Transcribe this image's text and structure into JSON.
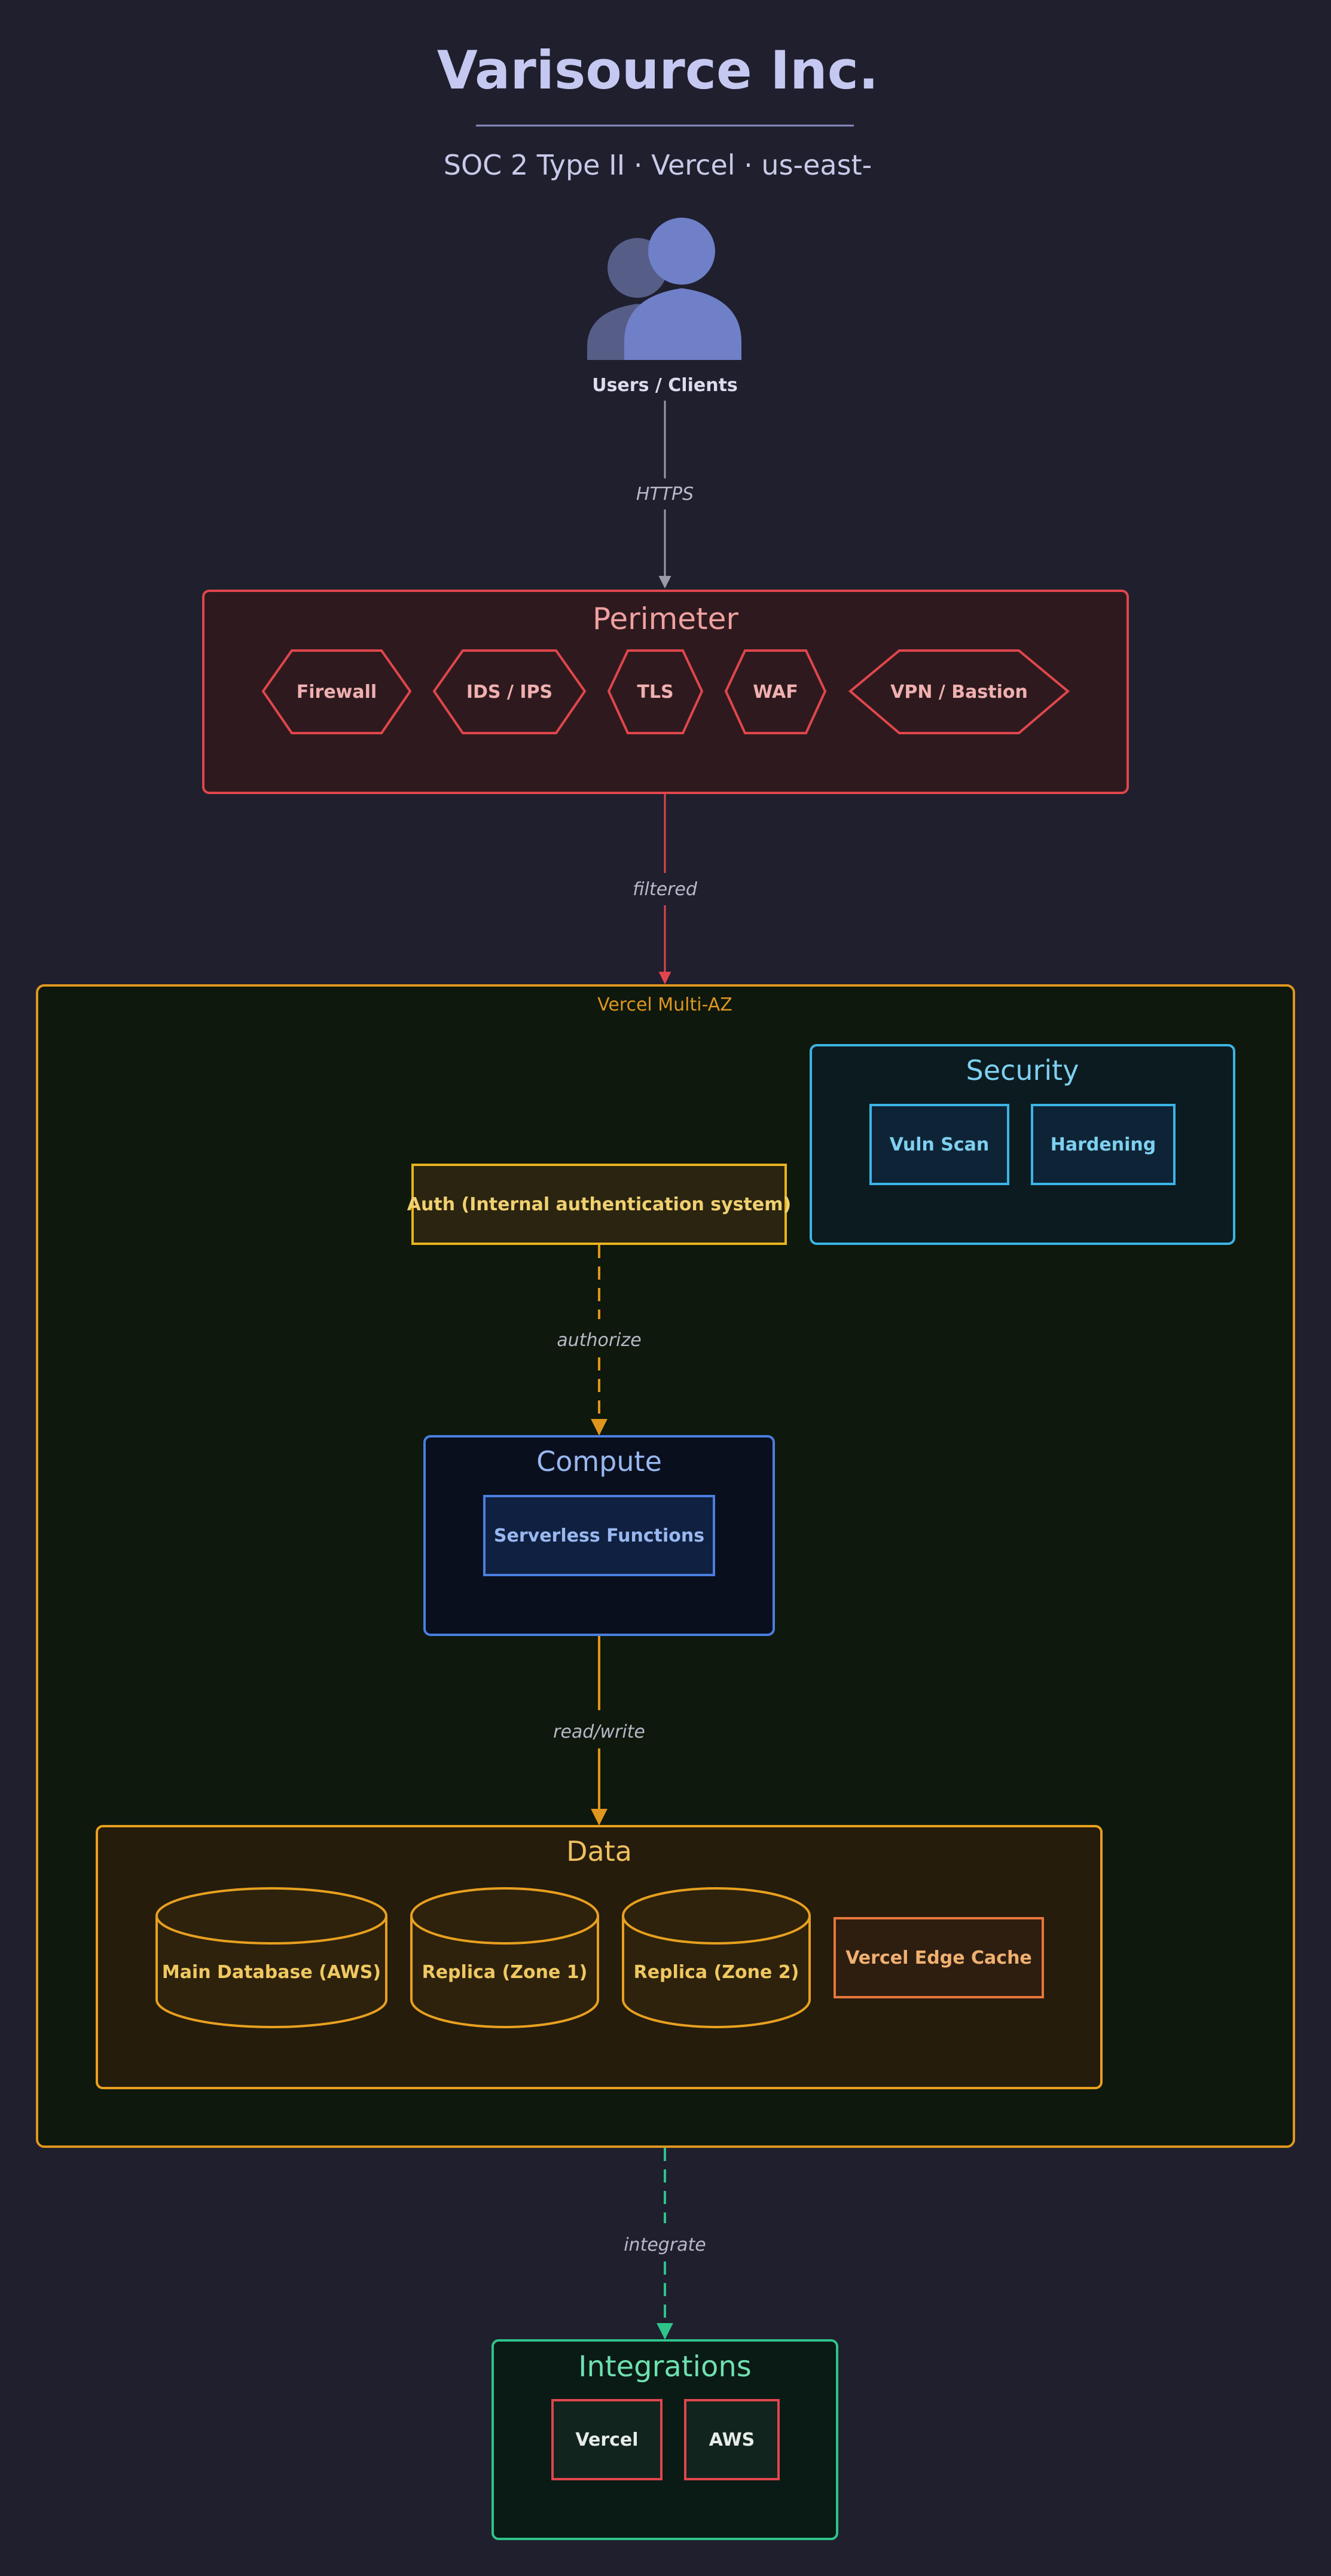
{
  "header": {
    "title": "Varisource Inc.",
    "subtitle": "SOC 2 Type II · Vercel · us-east-"
  },
  "users": {
    "label": "Users / Clients",
    "icon": "users-icon"
  },
  "edges": {
    "https": "HTTPS",
    "filtered": "filtered",
    "authorize": "authorize",
    "read_write": "read/write",
    "integrate": "integrate"
  },
  "perimeter": {
    "title": "Perimeter",
    "items": [
      "Firewall",
      "IDS / IPS",
      "TLS",
      "WAF",
      "VPN / Bastion"
    ]
  },
  "cloud": {
    "title": "Vercel Multi-AZ"
  },
  "security": {
    "title": "Security",
    "items": [
      "Vuln Scan",
      "Hardening"
    ]
  },
  "auth": {
    "label": "Auth (Internal authentication system)"
  },
  "compute": {
    "title": "Compute",
    "items": [
      "Serverless Functions"
    ]
  },
  "data_zone": {
    "title": "Data",
    "databases": [
      "Main Database (AWS)",
      "Replica (Zone 1)",
      "Replica (Zone 2)"
    ],
    "cache": "Vercel Edge Cache"
  },
  "integrations": {
    "title": "Integrations",
    "items": [
      "Vercel",
      "AWS"
    ]
  },
  "colors": {
    "background": "#1f1f2e",
    "title": "#c5c8f0",
    "perimeter": "#e0464c",
    "cloud": "#e0961e",
    "security": "#3cb4e6",
    "auth": "#e8b41e",
    "compute": "#4a7fe0",
    "data": "#e8a020",
    "integrations": "#2ec48a"
  }
}
